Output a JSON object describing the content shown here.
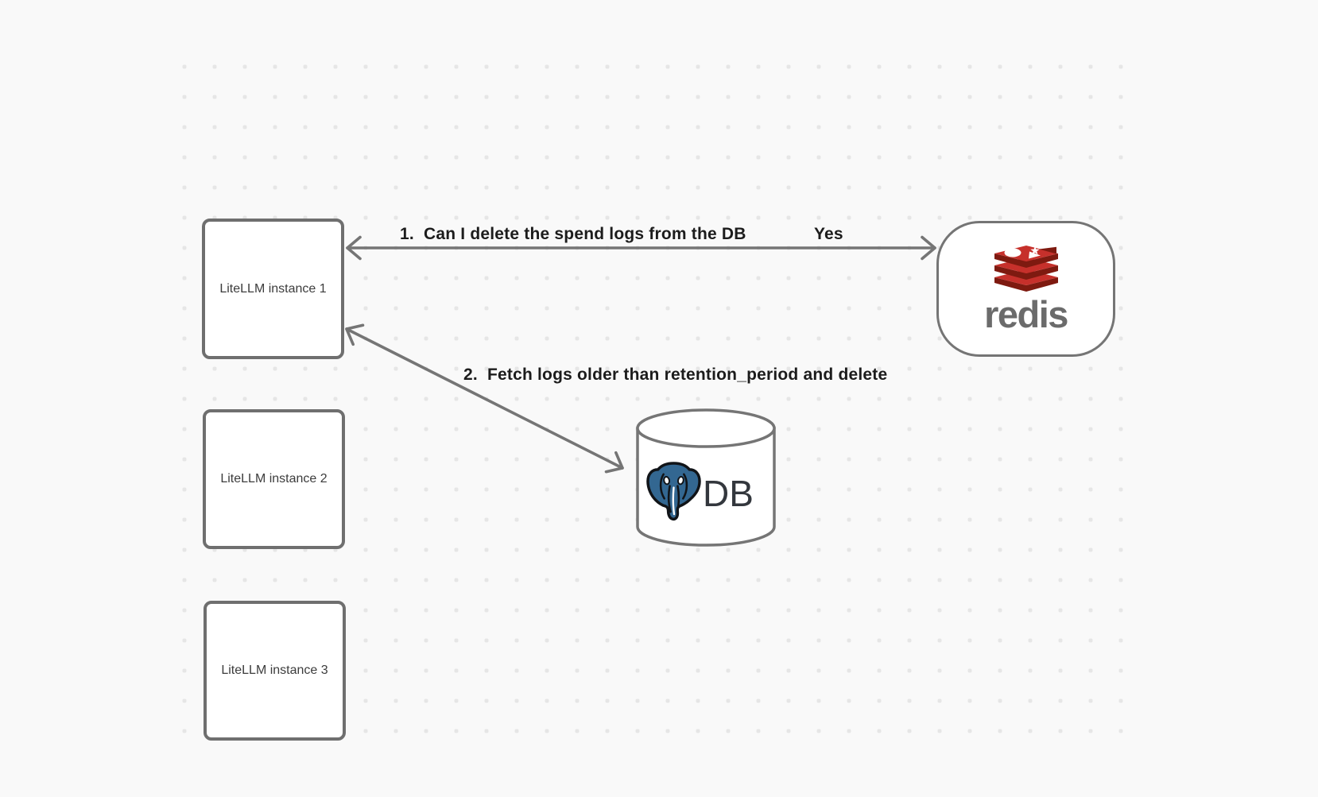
{
  "nodes": {
    "instance1": {
      "label": "LiteLLM instance 1"
    },
    "instance2": {
      "label": "LiteLLM instance 2"
    },
    "instance3": {
      "label": "LiteLLM instance 3"
    },
    "redis": {
      "label": "redis"
    },
    "db": {
      "label": "DB"
    }
  },
  "edges": {
    "edge1": {
      "label": "1.  Can I delete the spend logs from the DB",
      "response": "Yes"
    },
    "edge2": {
      "label": "2.  Fetch logs older than retention_period and delete"
    }
  },
  "icons": {
    "redis_logo": "redis-logo-icon",
    "postgres_elephant": "postgres-elephant-icon"
  },
  "colors": {
    "background": "#f9f9f9",
    "dot": "#e6e6e6",
    "node_border": "#6f6f6f",
    "arrow": "#757575",
    "label_text": "#1c1c1c",
    "node_label_text": "#3c3c3c",
    "redis_red": "#c6302b",
    "redis_dark_red": "#7e1a10",
    "redis_wordmark_gray": "#6b6b6b",
    "postgres_blue": "#336791",
    "db_text": "#33373d"
  }
}
